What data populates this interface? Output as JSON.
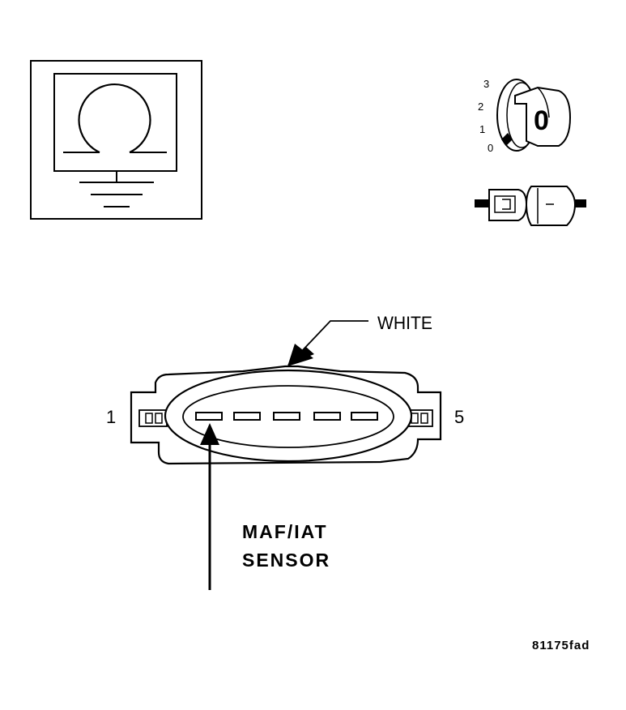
{
  "ignition_positions": [
    "3",
    "2",
    "1",
    "0"
  ],
  "ignition_key_label": "0",
  "connector": {
    "color_label": "WHITE",
    "pin_first": "1",
    "pin_last": "5",
    "pin_count": 5
  },
  "sensor_label_line1": "MAF/IAT",
  "sensor_label_line2": "SENSOR",
  "figure_id": "81175fad"
}
